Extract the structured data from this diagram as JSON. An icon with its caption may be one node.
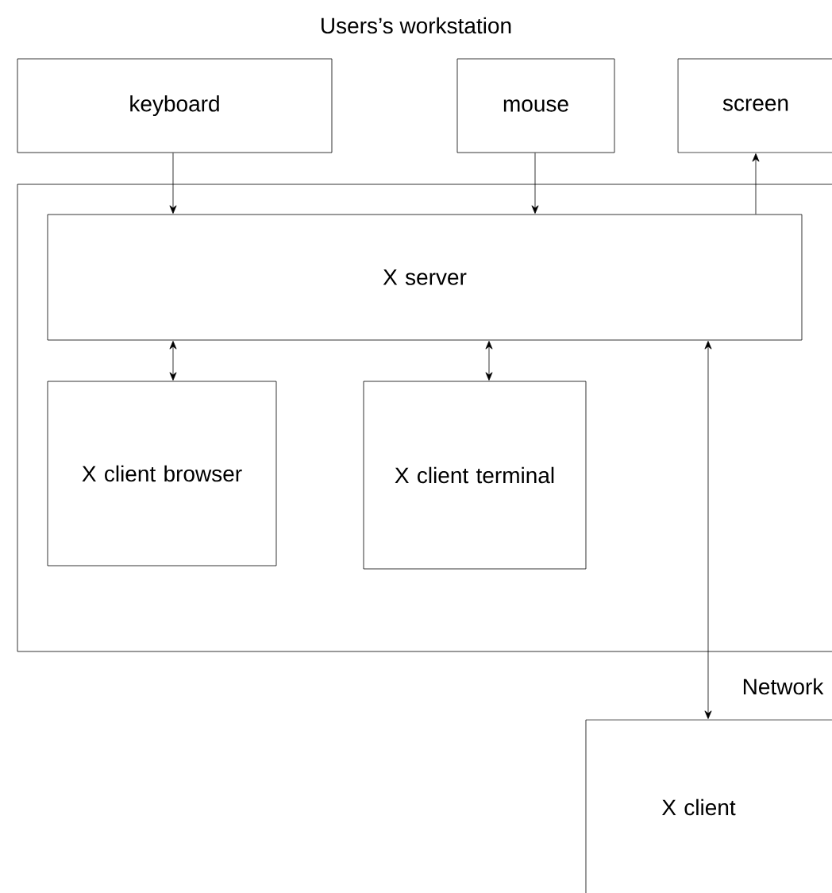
{
  "diagram": {
    "title": "Users’s workstation",
    "nodes": [
      {
        "text": [
          "keyboard"
        ]
      },
      {
        "text": [
          "mouse"
        ]
      },
      {
        "text": [
          "screen"
        ]
      },
      {
        "text": [],
        "shape": "box"
      },
      {
        "text": [
          "X server"
        ],
        "in": 3
      },
      {
        "text": [
          "X client browser"
        ],
        "in": 3
      },
      {
        "text": [
          "X client terminal"
        ],
        "in": 3
      },
      {
        "text": [
          "X client"
        ]
      }
    ],
    "edges": [
      {
        "from": 0,
        "to": 4,
        "arrow": "to"
      },
      {
        "from": 1,
        "to": 4,
        "arrow": "to"
      },
      {
        "from": 4,
        "to": 2,
        "arrow": "to"
      },
      {
        "from": 5,
        "to": 4,
        "arrow": "both"
      },
      {
        "from": 6,
        "to": 4,
        "arrow": "both"
      },
      {
        "from": 4,
        "to": 7,
        "arrow": "both",
        "label": "Network"
      }
    ]
  }
}
